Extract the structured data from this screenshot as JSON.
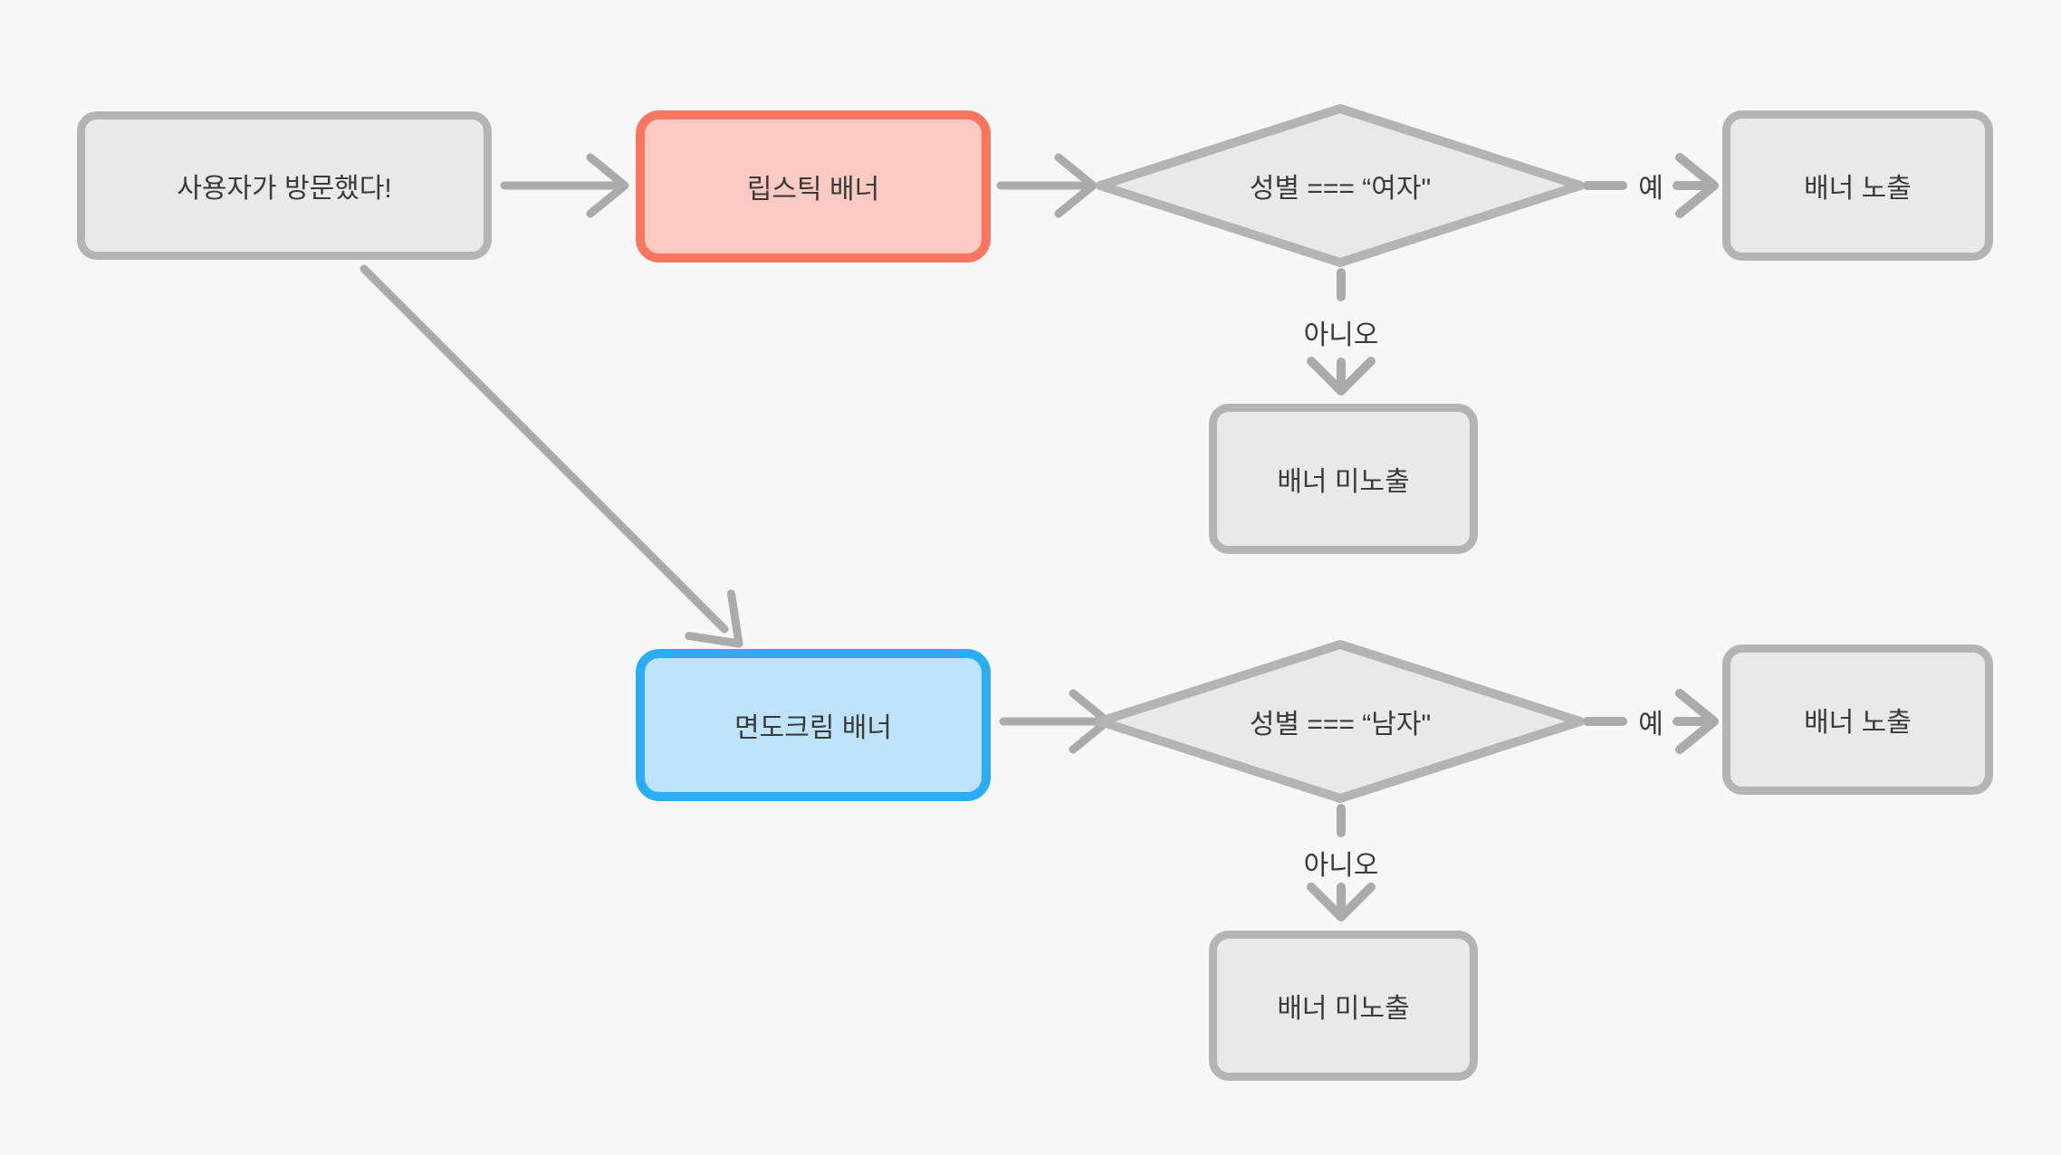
{
  "canvas": {
    "background": "#f7f7f7"
  },
  "palette": {
    "node_fill": "#e9e9e9",
    "node_border": "#b4b4b4",
    "connector": "#ababab",
    "text": "#3a3a3a",
    "lipstick_border": "#f8765f",
    "lipstick_fill": "#fccac3",
    "shaving_border": "#2cacf2",
    "shaving_fill": "#bfe3fb"
  },
  "nodes": {
    "start": {
      "label": "사용자가 방문했다!"
    },
    "lipstick_banner": {
      "label": "립스틱 배너"
    },
    "decision_female": {
      "label": "성별 === “여자\""
    },
    "banner_show_top": {
      "label": "배너 노출"
    },
    "banner_hide_top": {
      "label": "배너 미노출"
    },
    "shaving_banner": {
      "label": "면도크림 배너"
    },
    "decision_male": {
      "label": "성별 === “남자\""
    },
    "banner_show_bottom": {
      "label": "배너 노출"
    },
    "banner_hide_bottom": {
      "label": "배너 미노출"
    }
  },
  "edge_labels": {
    "yes_top": "예",
    "no_top": "아니오",
    "yes_bottom": "예",
    "no_bottom": "아니오"
  }
}
